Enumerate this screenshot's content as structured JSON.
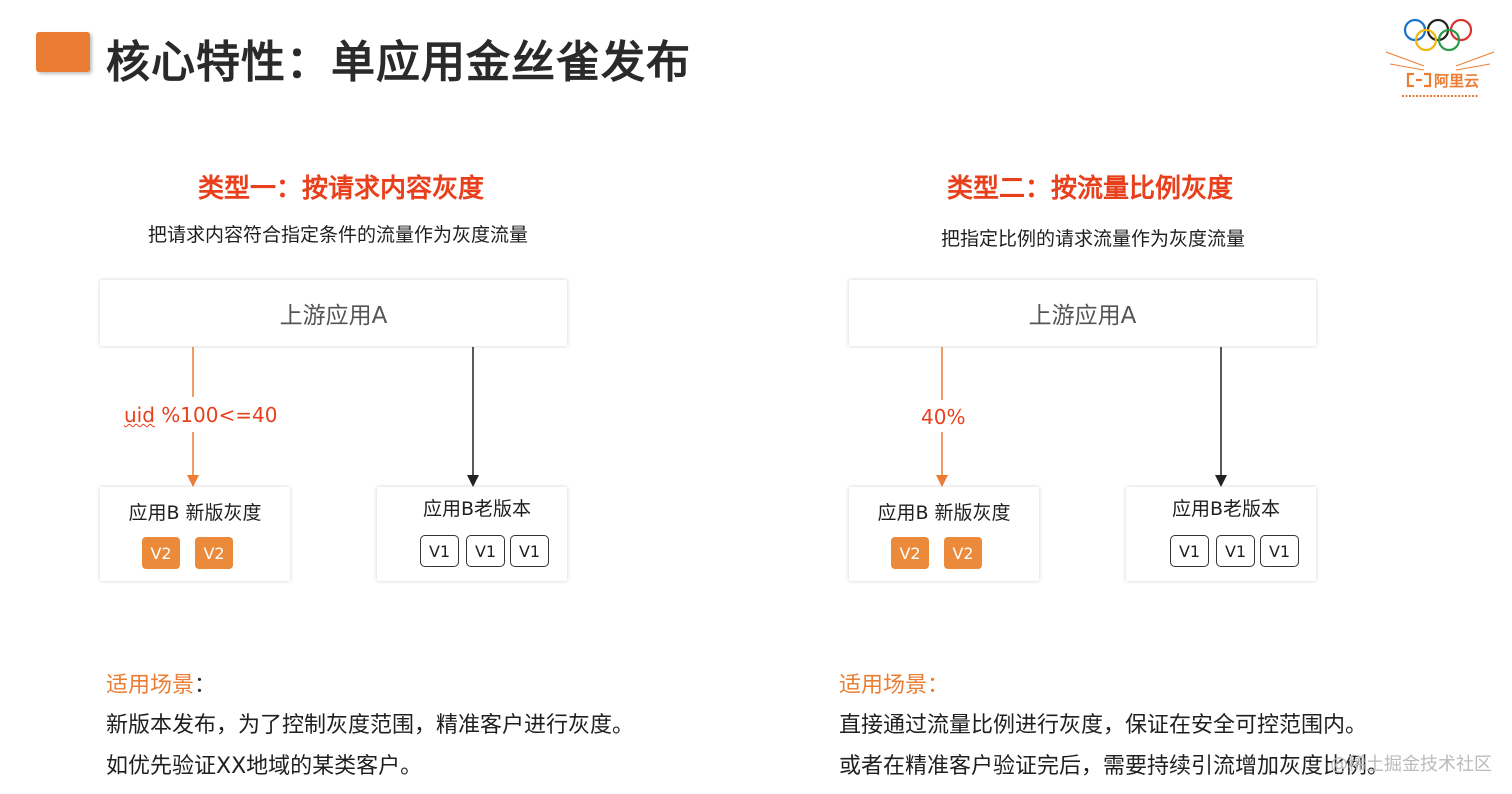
{
  "header": {
    "title": "核心特性：单应用金丝雀发布"
  },
  "logo": {
    "brand": "阿里云",
    "ring_colors": [
      "#1a72c9",
      "#222222",
      "#d8342c",
      "#f2b70e",
      "#2a9a4b"
    ],
    "accent": "#ea7d33"
  },
  "left": {
    "title": "类型一：按请求内容灰度",
    "desc": "把请求内容符合指定条件的流量作为灰度流量",
    "upstream": "上游应用A",
    "rule_prefix": "uid",
    "rule_suffix": " %100<=40",
    "new_app": "应用B 新版灰度",
    "old_app": "应用B老版本",
    "new_chips": [
      "V2",
      "V2"
    ],
    "old_chips": [
      "V1",
      "V1",
      "V1"
    ],
    "scene_title": "适用场景",
    "scene_colon": "：",
    "scene_lines": [
      "新版本发布，为了控制灰度范围，精准客户进行灰度。",
      "如优先验证XX地域的某类客户。"
    ]
  },
  "right": {
    "title": "类型二：按流量比例灰度",
    "desc": "把指定比例的请求流量作为灰度流量",
    "upstream": "上游应用A",
    "rule": "40%",
    "new_app": "应用B 新版灰度",
    "old_app": "应用B老版本",
    "new_chips": [
      "V2",
      "V2"
    ],
    "old_chips": [
      "V1",
      "V1",
      "V1"
    ],
    "scene_title": "适用场景：",
    "scene_lines": [
      "直接通过流量比例进行灰度，保证在安全可控范围内。",
      "或者在精准客户验证完后，需要持续引流增加灰度比例。"
    ]
  },
  "watermark": "@稀土掘金技术社区",
  "colors": {
    "accent_red": "#e8401c",
    "accent_orange": "#ea7d33",
    "chip_orange": "#ea8a3a"
  }
}
